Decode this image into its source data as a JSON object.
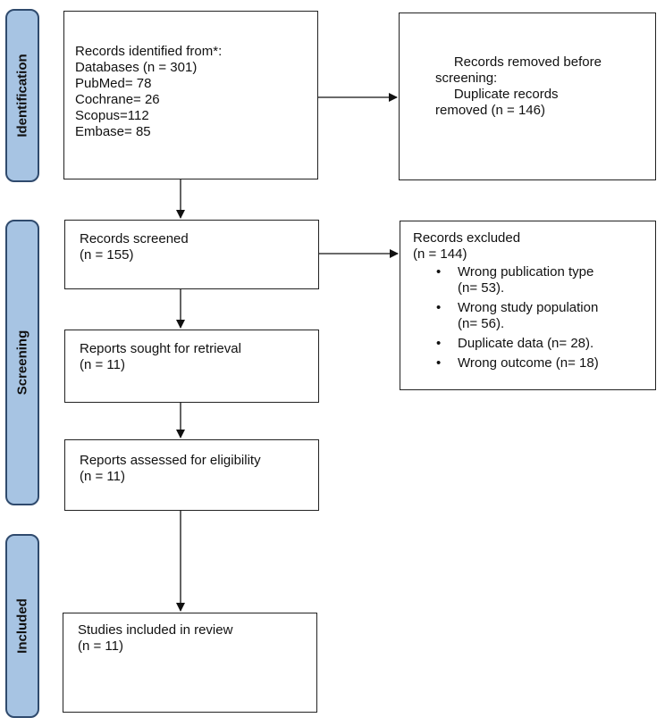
{
  "phases": {
    "identification": "Identification",
    "screening": "Screening",
    "included": "Included"
  },
  "identified": {
    "lines": [
      "Records identified from*:",
      "Databases (n = 301)",
      "PubMed= 78",
      "Cochrane= 26",
      "Scopus=112",
      "Embase= 85"
    ]
  },
  "removed": {
    "lines": [
      "     Records removed before",
      "screening:",
      "     Duplicate records",
      "removed (n = 146)"
    ]
  },
  "screened": {
    "lines": [
      "Records screened",
      "(n = 155)"
    ]
  },
  "excluded": {
    "lines": [
      "Records excluded",
      "(n = 144)"
    ],
    "bullets": [
      [
        "Wrong publication type",
        "(n= 53)."
      ],
      [
        "Wrong study population",
        "(n= 56)."
      ],
      [
        "Duplicate data (n= 28)."
      ],
      [
        "Wrong outcome (n= 18)"
      ]
    ]
  },
  "sought": {
    "lines": [
      "Reports sought for retrieval",
      "(n = 11)"
    ]
  },
  "assessed": {
    "lines": [
      "Reports assessed for eligibility",
      "(n = 11)"
    ]
  },
  "included_box": {
    "lines": [
      "Studies included in review",
      "(n = 11)"
    ]
  },
  "colors": {
    "phase_fill": "#a7c4e3",
    "phase_border": "#2f4a6d",
    "box_border": "#222222"
  }
}
